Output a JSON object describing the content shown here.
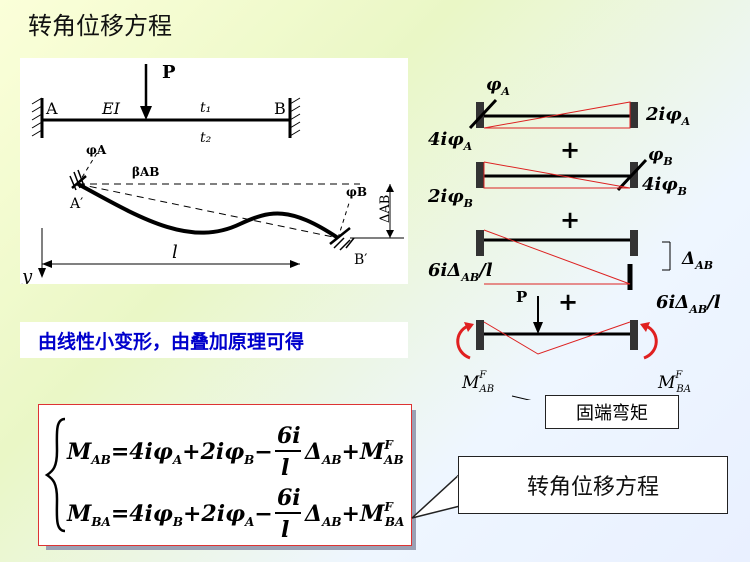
{
  "title": "转角位移方程",
  "beam": {
    "load": "P",
    "end_a": "A",
    "end_b": "B",
    "stiffness": "EI",
    "temp_top": "t₁",
    "temp_bottom": "t₂",
    "phi_a": "φA",
    "beta_ab": "βAB",
    "phi_b": "φB",
    "delta_ab": "ΔAB",
    "a_prime": "A′",
    "b_prime": "B′",
    "length": "l",
    "y_axis": "y"
  },
  "caption": "由线性小变形，由叠加原理可得",
  "right_diagram": {
    "phi_a": "φ",
    "phi_a_sub": "A",
    "m_4i_phi_a": "4iφ",
    "m_4i_phi_a_sub": "A",
    "m_2i_phi_a": "2iφ",
    "m_2i_phi_a_sub": "A",
    "plus": "+",
    "phi_b": "φ",
    "phi_b_sub": "B",
    "m_2i_phi_b": "2iφ",
    "m_2i_phi_b_sub": "B",
    "m_4i_phi_b": "4iφ",
    "m_4i_phi_b_sub": "B",
    "delta_ab": "Δ",
    "delta_ab_sub": "AB",
    "six_i_delta_left": "6iΔ",
    "six_i_delta_left_sub": "AB",
    "six_i_delta_left_tail": "/l",
    "six_i_delta_right": "6iΔ",
    "six_i_delta_right_sub": "AB",
    "six_i_delta_right_tail": "/l",
    "load": "P",
    "m_ab_f": "M",
    "m_ab_f_sup": "F",
    "m_ab_f_sub": "AB",
    "m_ba_f": "M",
    "m_ba_f_sup": "F",
    "m_ba_f_sub": "BA"
  },
  "fixed_end_label": "固端弯矩",
  "callout": "转角位移方程",
  "formula": {
    "row1": {
      "lhs": "M",
      "lhs_sub": "AB",
      "t1": "=4iφ",
      "t1_sub": "A",
      "t2": "+2iφ",
      "t2_sub": "B",
      "minus": "−",
      "num": "6i",
      "den": "l",
      "delta": "Δ",
      "delta_sub": "AB",
      "plus": "+M",
      "plus_sup": "F",
      "plus_sub": "AB"
    },
    "row2": {
      "lhs": "M",
      "lhs_sub": "BA",
      "t1": "=4iφ",
      "t1_sub": "B",
      "t2": "+2iφ",
      "t2_sub": "A",
      "minus": "−",
      "num": "6i",
      "den": "l",
      "delta": "Δ",
      "delta_sub": "AB",
      "plus": "+M",
      "plus_sup": "F",
      "plus_sub": "BA"
    }
  }
}
